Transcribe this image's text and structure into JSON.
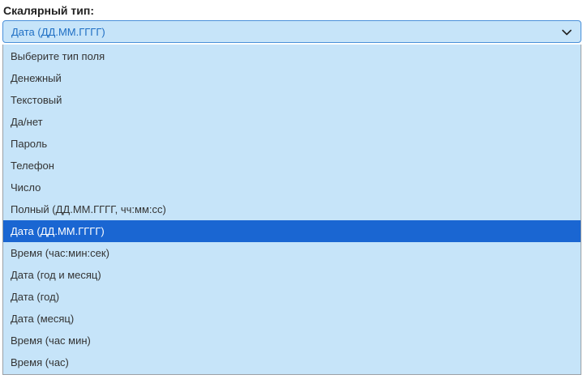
{
  "field": {
    "label": "Скалярный тип:",
    "selected_value": "Дата (ДД.ММ.ГГГГ)"
  },
  "icons": {
    "dropdown": "chevron-down-icon"
  },
  "colors": {
    "select_background": "#c6e4f9",
    "select_border": "#4a90d9",
    "selected_value_text": "#1f6fc4",
    "highlight_background": "#1a66d2",
    "highlight_text": "#ffffff"
  },
  "options": [
    {
      "label": "Выберите тип поля",
      "selected": false
    },
    {
      "label": "Денежный",
      "selected": false
    },
    {
      "label": "Текстовый",
      "selected": false
    },
    {
      "label": "Да/нет",
      "selected": false
    },
    {
      "label": "Пароль",
      "selected": false
    },
    {
      "label": "Телефон",
      "selected": false
    },
    {
      "label": "Число",
      "selected": false
    },
    {
      "label": "Полный (ДД.ММ.ГГГГ, чч:мм:сс)",
      "selected": false
    },
    {
      "label": "Дата (ДД.ММ.ГГГГ)",
      "selected": true
    },
    {
      "label": "Время (час:мин:сек)",
      "selected": false
    },
    {
      "label": "Дата (год и месяц)",
      "selected": false
    },
    {
      "label": "Дата (год)",
      "selected": false
    },
    {
      "label": "Дата (месяц)",
      "selected": false
    },
    {
      "label": "Время (час мин)",
      "selected": false
    },
    {
      "label": "Время (час)",
      "selected": false
    }
  ]
}
